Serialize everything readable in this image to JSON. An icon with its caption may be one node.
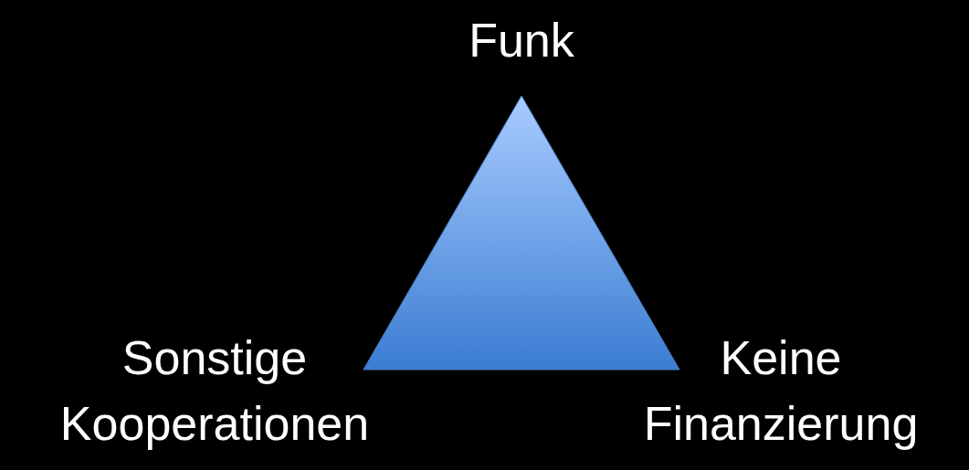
{
  "diagram": {
    "nodes": [
      {
        "text": [],
        "shape": "triangle",
        "beside": [
          "Funk",
          "Sonstige Kooperationen",
          "Keine Finanzierung"
        ]
      }
    ]
  }
}
